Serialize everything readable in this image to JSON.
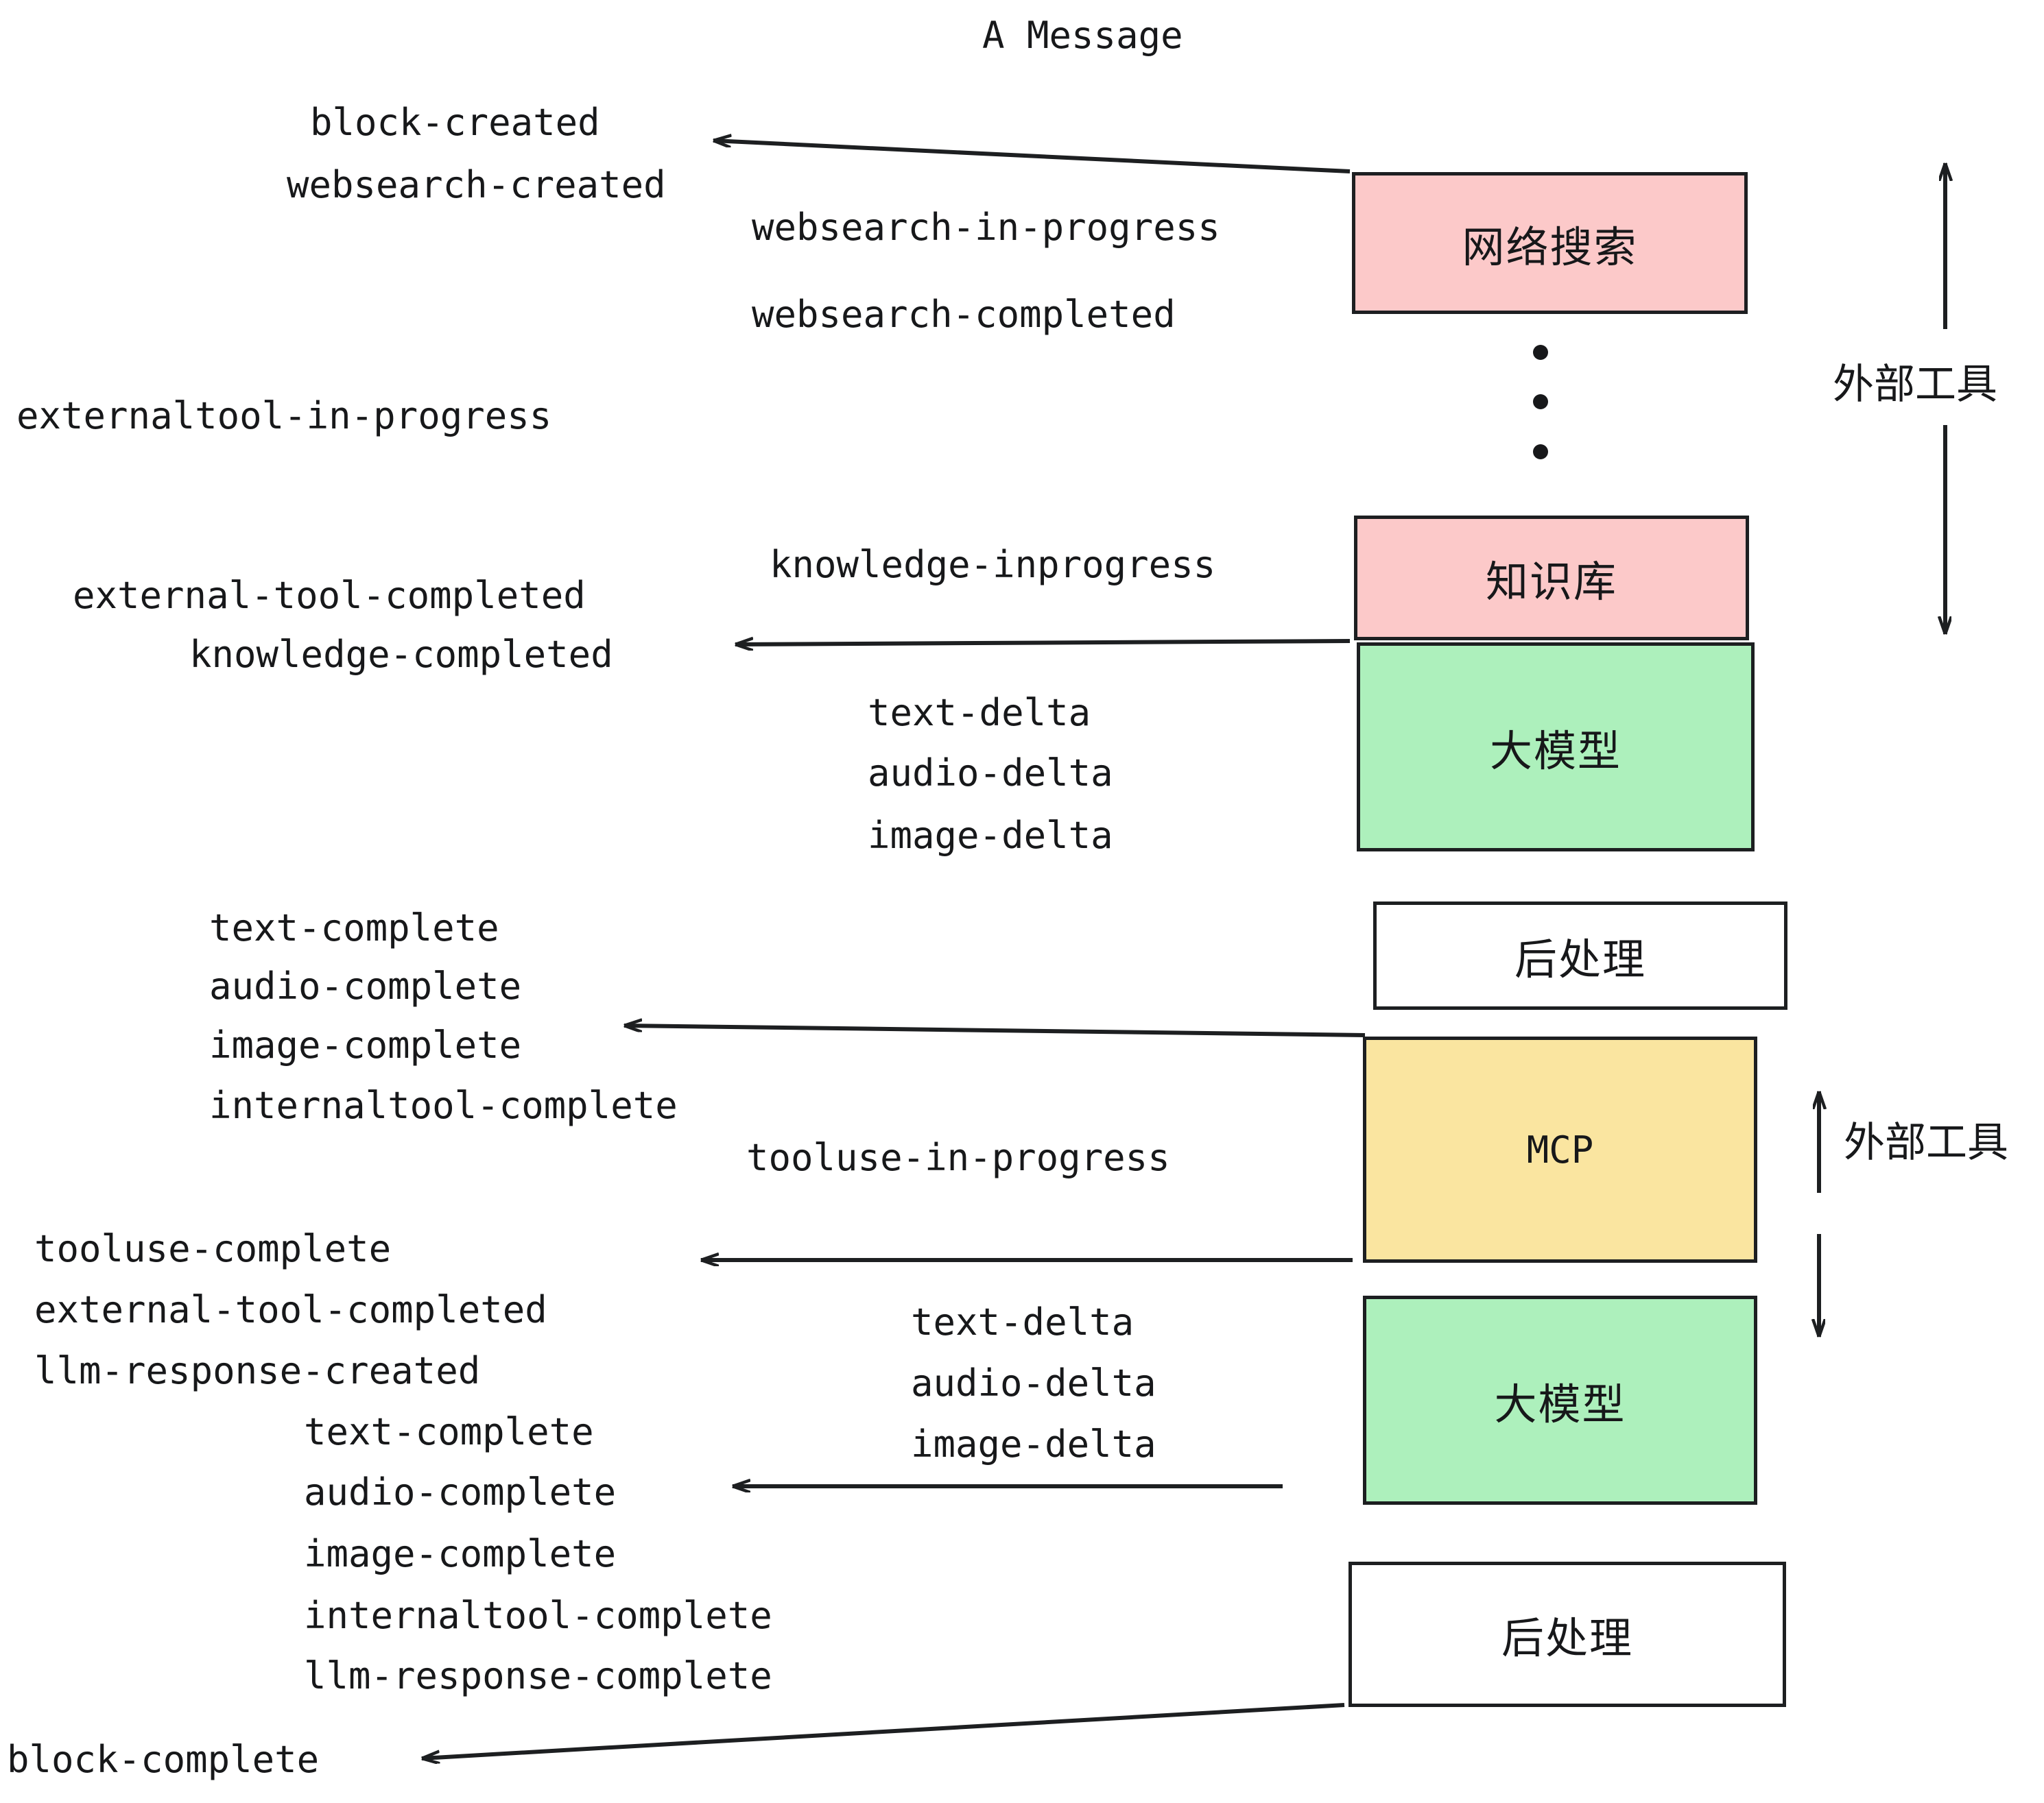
{
  "diagram": {
    "title": "A Message",
    "colors": {
      "pink": "#FCC9C9",
      "green": "#ADF0BC",
      "yellow": "#FAE5A0",
      "white": "#FFFFFF",
      "stroke": "#1D1F21",
      "text": "#17181A",
      "background": "#FFFFFF"
    },
    "nodes": [
      {
        "id": "websearch",
        "label": "网络搜索",
        "fill": "#FCC9C9"
      },
      {
        "id": "knowledge",
        "label": "知识库",
        "fill": "#FCC9C9"
      },
      {
        "id": "llm-1",
        "label": "大模型",
        "fill": "#ADF0BC"
      },
      {
        "id": "postprocess-1",
        "label": "后处理",
        "fill": "#FFFFFF"
      },
      {
        "id": "mcp",
        "label": "MCP",
        "fill": "#FAE5A0"
      },
      {
        "id": "llm-2",
        "label": "大模型",
        "fill": "#ADF0BC"
      },
      {
        "id": "postprocess-2",
        "label": "后处理",
        "fill": "#FFFFFF"
      }
    ],
    "side_annotations": [
      {
        "id": "external-tools-top",
        "label": "外部工具"
      },
      {
        "id": "external-tools-bottom",
        "label": "外部工具"
      }
    ],
    "events": [
      {
        "id": "block-created",
        "text": "block-created"
      },
      {
        "id": "websearch-created",
        "text": "websearch-created"
      },
      {
        "id": "websearch-in-progress",
        "text": "websearch-in-progress"
      },
      {
        "id": "websearch-completed",
        "text": "websearch-completed"
      },
      {
        "id": "externaltool-in-progress",
        "text": "externaltool-in-progress"
      },
      {
        "id": "knowledge-inprogress",
        "text": "knowledge-inprogress"
      },
      {
        "id": "external-tool-completed-1",
        "text": "external-tool-completed"
      },
      {
        "id": "knowledge-completed",
        "text": "knowledge-completed"
      },
      {
        "id": "text-delta-1",
        "text": "text-delta"
      },
      {
        "id": "audio-delta-1",
        "text": "audio-delta"
      },
      {
        "id": "image-delta-1",
        "text": "image-delta"
      },
      {
        "id": "text-complete-1",
        "text": "text-complete"
      },
      {
        "id": "audio-complete-1",
        "text": "audio-complete"
      },
      {
        "id": "image-complete-1",
        "text": "image-complete"
      },
      {
        "id": "internaltool-complete-1",
        "text": "internaltool-complete"
      },
      {
        "id": "tooluse-in-progress",
        "text": "tooluse-in-progress"
      },
      {
        "id": "tooluse-complete",
        "text": "tooluse-complete"
      },
      {
        "id": "external-tool-completed-2",
        "text": "external-tool-completed"
      },
      {
        "id": "llm-response-created",
        "text": "llm-response-created"
      },
      {
        "id": "text-complete-2",
        "text": "text-complete"
      },
      {
        "id": "text-delta-2",
        "text": "text-delta"
      },
      {
        "id": "audio-delta-2",
        "text": "audio-delta"
      },
      {
        "id": "image-delta-2",
        "text": "image-delta"
      },
      {
        "id": "audio-complete-2",
        "text": "audio-complete"
      },
      {
        "id": "image-complete-2",
        "text": "image-complete"
      },
      {
        "id": "internaltool-complete-2",
        "text": "internaltool-complete"
      },
      {
        "id": "llm-response-complete",
        "text": "llm-response-complete"
      },
      {
        "id": "block-complete",
        "text": "block-complete"
      }
    ]
  }
}
